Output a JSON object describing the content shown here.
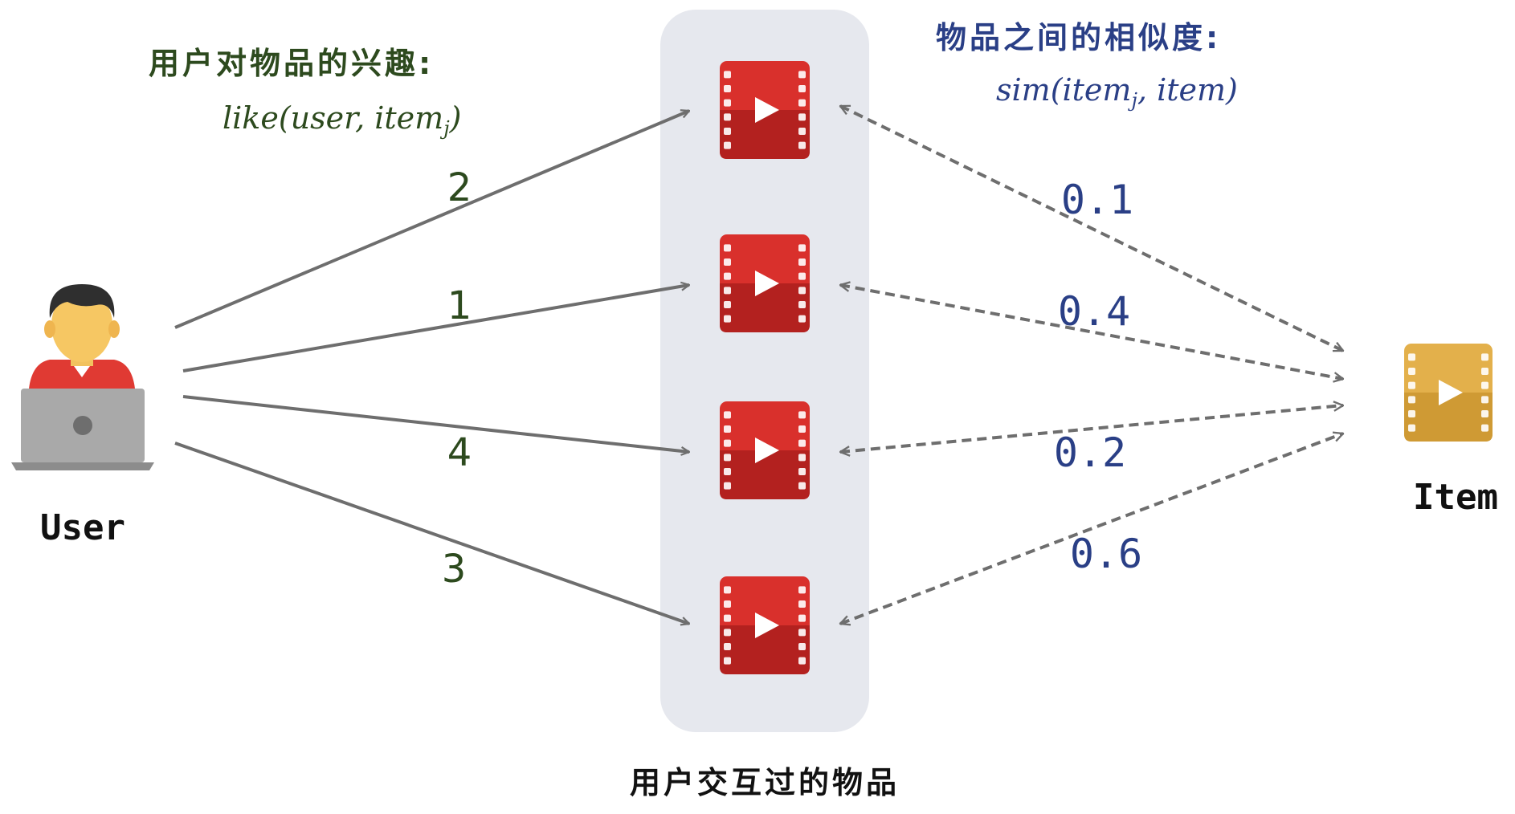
{
  "user_interest": {
    "title": "用户对物品的兴趣:",
    "formula": {
      "pre": "like(user, item",
      "sub": "j",
      "post": ")"
    }
  },
  "item_similarity": {
    "title": "物品之间的相似度:",
    "formula": {
      "pre": "sim(item",
      "sub": "j",
      "post": ", item)"
    }
  },
  "interacted_items_label": "用户交互过的物品",
  "user_label": "User",
  "target_item_label": "Item",
  "interactions": [
    {
      "like": "2",
      "sim": "0.1"
    },
    {
      "like": "1",
      "sim": "0.4"
    },
    {
      "like": "4",
      "sim": "0.2"
    },
    {
      "like": "3",
      "sim": "0.6"
    }
  ],
  "colors": {
    "like_text": "#2d4a1e",
    "sim_text": "#2a3f86",
    "arrow": "#6e6e6e",
    "panel": "#e6e8ee",
    "video_red": "#d9302c",
    "video_red_dark": "#b3211f",
    "item_gold": "#e3b04b",
    "item_gold_dark": "#cf9a34"
  },
  "icons": {
    "user": "user-at-laptop-icon",
    "video": "video-film-icon",
    "target": "gold-video-film-icon"
  }
}
